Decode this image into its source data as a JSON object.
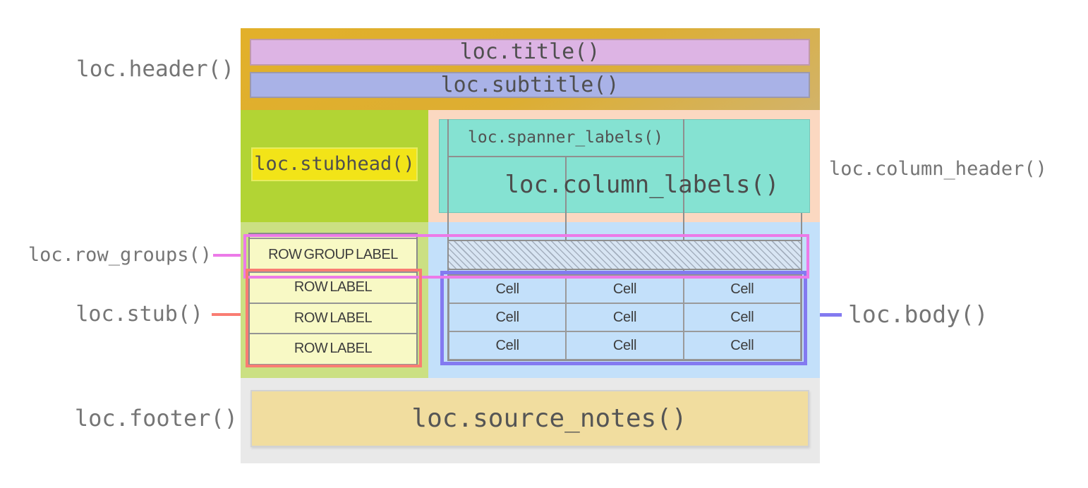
{
  "side_labels": {
    "header": "loc.header()",
    "row_groups": "loc.row_groups()",
    "stub": "loc.stub()",
    "footer": "loc.footer()",
    "column_header": "loc.column_header()",
    "body": "loc.body()"
  },
  "diagram": {
    "title": "loc.title()",
    "subtitle": "loc.subtitle()",
    "stubhead": "loc.stubhead()",
    "spanner_labels": "loc.spanner_labels()",
    "column_labels": "loc.column_labels()",
    "source_notes": "loc.source_notes()",
    "row_group_label": "ROW GROUP LABEL",
    "row_labels": [
      "ROW LABEL",
      "ROW LABEL",
      "ROW LABEL"
    ],
    "body_cells": [
      [
        "Cell",
        "Cell",
        "Cell"
      ],
      [
        "Cell",
        "Cell",
        "Cell"
      ],
      [
        "Cell",
        "Cell",
        "Cell"
      ]
    ]
  },
  "colors": {
    "header_gold": "#ddae2f",
    "title_plum": "#ddb4e4",
    "subtitle_periwinkle": "#a9b2e7",
    "stub_green": "#b2d434",
    "stub_green_pale": "#cbe083",
    "stubhead_yellow": "#f2e418",
    "column_header_peach": "#fbd8c1",
    "column_labels_teal": "#85e2d2",
    "body_blue": "#c3e0fa",
    "stub_cell_yellow": "#f8f9c5",
    "footer_gray": "#e9e9e9",
    "source_notes_tan": "#f1dd9f",
    "outline_row_groups": "#ec7ae8",
    "outline_stub": "#f97d73",
    "outline_body": "#837af0",
    "grid_gray": "#8f8f8f"
  }
}
